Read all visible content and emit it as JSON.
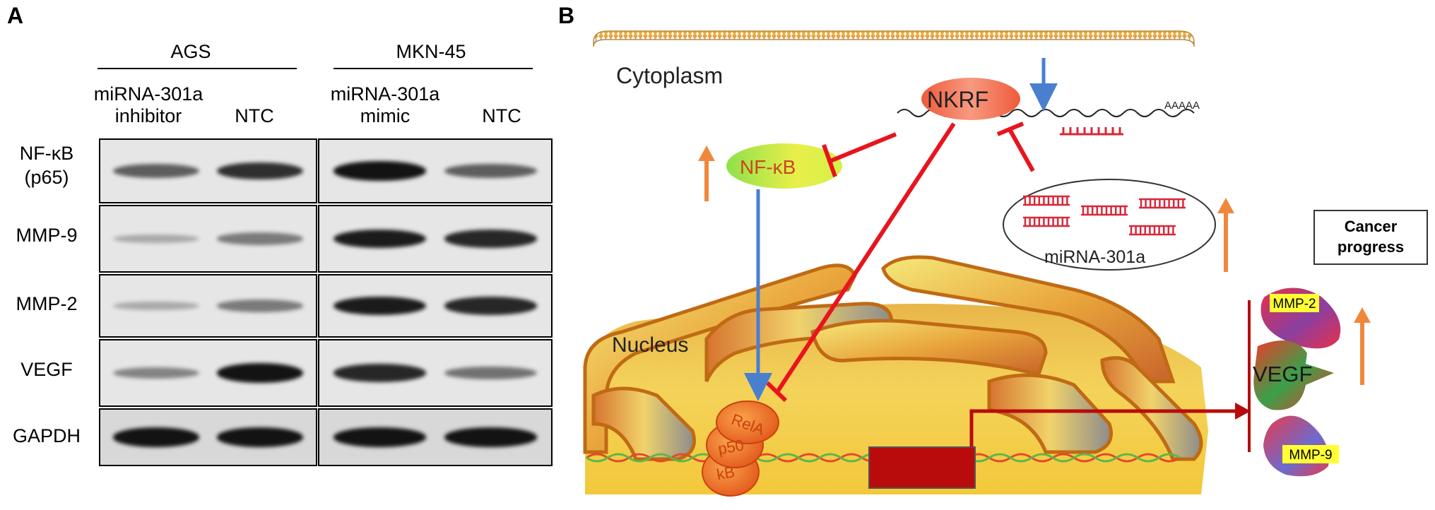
{
  "panel_a": {
    "letter": "A",
    "cell_lines": [
      "AGS",
      "MKN-45"
    ],
    "ags_conditions": [
      {
        "line1": "miRNA-301a",
        "line2": "inhibitor"
      },
      {
        "line1": "",
        "line2": "NTC"
      }
    ],
    "mkn_conditions": [
      {
        "line1": "miRNA-301a",
        "line2": "mimic"
      },
      {
        "line1": "",
        "line2": "NTC"
      }
    ],
    "proteins": [
      {
        "line1": "NF-κB",
        "line2": "(p65)"
      },
      {
        "line1": "MMP-9",
        "line2": ""
      },
      {
        "line1": "MMP-2",
        "line2": ""
      },
      {
        "line1": "VEGF",
        "line2": ""
      },
      {
        "line1": "GAPDH",
        "line2": ""
      }
    ],
    "band_intensity": {
      "ags": [
        [
          0.55,
          0.8
        ],
        [
          0.15,
          0.4
        ],
        [
          0.15,
          0.4
        ],
        [
          0.35,
          0.95
        ],
        [
          0.95,
          0.95
        ]
      ],
      "mkn": [
        [
          0.95,
          0.55
        ],
        [
          0.9,
          0.85
        ],
        [
          0.9,
          0.85
        ],
        [
          0.85,
          0.45
        ],
        [
          0.95,
          0.95
        ]
      ]
    }
  },
  "panel_b": {
    "letter": "B",
    "cytoplasm": "Cytoplasm",
    "nucleus": "Nucleus",
    "nkrf": "NKRF",
    "polya": "AAAAA",
    "nfkb": "NF-κB",
    "mirna": "miRNA-301a",
    "complex": [
      "RelA",
      "p50",
      "kB"
    ],
    "cancer_box": {
      "line1": "Cancer",
      "line2": "progress"
    },
    "targets": [
      "MMP-2",
      "VEGF",
      "MMP-9"
    ]
  }
}
